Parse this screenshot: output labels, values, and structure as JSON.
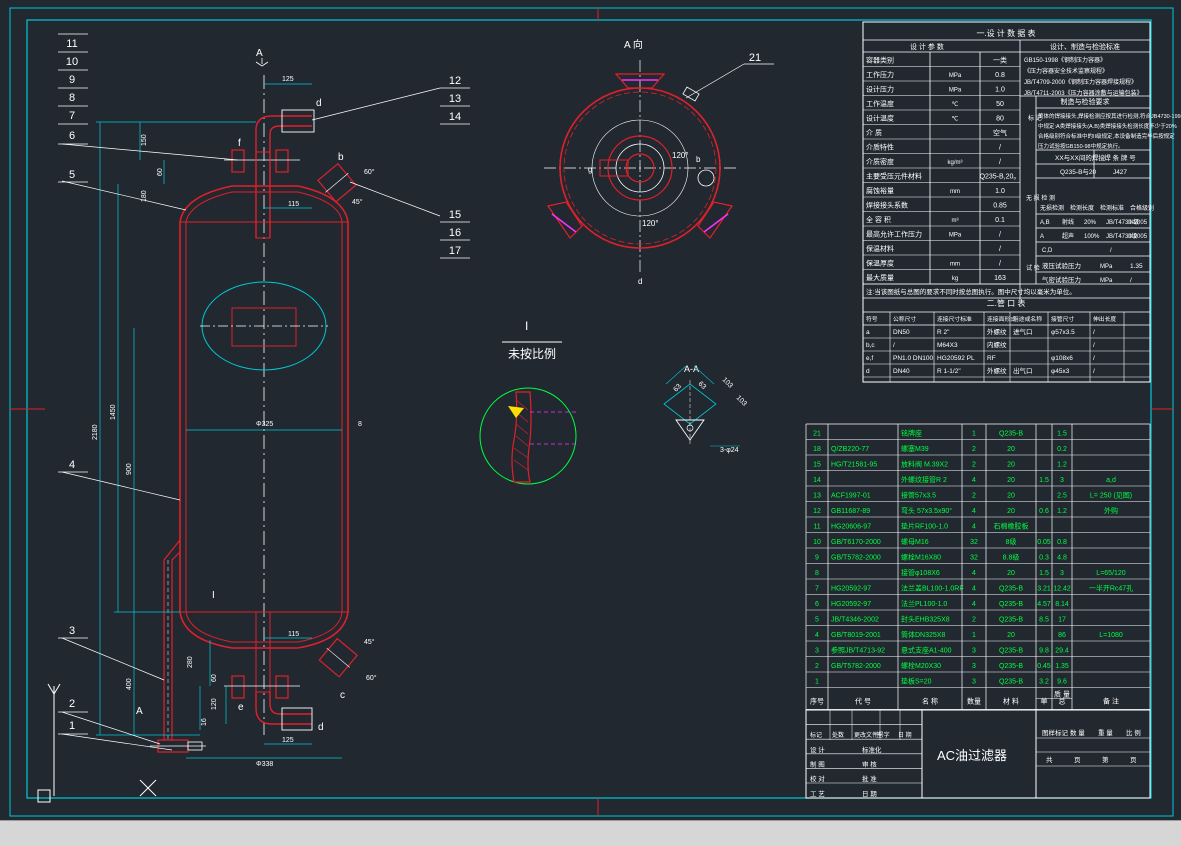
{
  "colors": {
    "background": "#212830",
    "frame": "#00c8d6",
    "vessel": "#e0202a",
    "centerline": "#ffffff",
    "table_line": "#ffffff",
    "table_text": "#ffffff",
    "parts_text": "#00ff40",
    "dims": "#00c8d6",
    "nozzle": "#ffffff",
    "accent_yellow": "#ffe000",
    "accent_magenta": "#ff30ff"
  },
  "balloons_left": [
    "11",
    "10",
    "9",
    "8",
    "7",
    "6",
    "5",
    "4",
    "3",
    "2",
    "1"
  ],
  "balloons_right": [
    "12",
    "13",
    "14",
    "15",
    "16",
    "17"
  ],
  "balloon_21": "21",
  "views": {
    "a_view": "A 向",
    "section_aa": "A-A",
    "section_a": "A",
    "detail_i": "I",
    "detail_scale": "未按比例"
  },
  "dims_main": {
    "d125_top": "125",
    "d150": "150",
    "d60": "60",
    "d180": "180",
    "d115_top": "115",
    "d2180": "2180",
    "d1450": "1450",
    "d900": "900",
    "d400": "400",
    "d280": "280",
    "d60_b": "60",
    "d120": "120",
    "d16": "16",
    "d115_bot": "115",
    "d125_bot": "125",
    "d325": "Φ325",
    "d8": "8",
    "d338": "Φ338",
    "a60": "60°",
    "a45": "45°",
    "lbl_a": "A",
    "lbl_d": "d",
    "lbl_f": "f",
    "lbl_b": "b",
    "lbl_c": "c",
    "lbl_e": "e",
    "lbl_i": "I"
  },
  "aview_labels": {
    "a120a": "120°",
    "a120b": "120°",
    "g": "g",
    "b": "b",
    "d": "d"
  },
  "aa_labels": {
    "d103a": "103",
    "d103b": "103",
    "d63a": "63",
    "d63b": "63",
    "holes": "3-φ24"
  },
  "design_data": {
    "title": "一.设 计 数 据 表",
    "col_h1": "设 计 参 数",
    "col_h2": "设计、制造与检验标准",
    "rows": [
      {
        "name": "容器类别",
        "unit": "",
        "value": "一类"
      },
      {
        "name": "工作压力",
        "unit": "MPa",
        "value": "0.8"
      },
      {
        "name": "设计压力",
        "unit": "MPa",
        "value": "1.0"
      },
      {
        "name": "工作温度",
        "unit": "℃",
        "value": "50"
      },
      {
        "name": "设计温度",
        "unit": "℃",
        "value": "80"
      },
      {
        "name": "介    质",
        "unit": "",
        "value": "空气"
      },
      {
        "name": "介质特性",
        "unit": "",
        "value": "/"
      },
      {
        "name": "介质密度",
        "unit": "kg/m³",
        "value": "/"
      },
      {
        "name": "主要受压元件材料",
        "unit": "",
        "value": "Q235-B,20。"
      },
      {
        "name": "腐蚀裕量",
        "unit": "mm",
        "value": "1.0"
      },
      {
        "name": "焊接接头系数",
        "unit": "",
        "value": "0.85"
      },
      {
        "name": "全 容 积",
        "unit": "m³",
        "value": "0.1"
      },
      {
        "name": "最高允许工作压力",
        "unit": "MPa",
        "value": "/"
      },
      {
        "name": "保温材料",
        "unit": "",
        "value": "/"
      },
      {
        "name": "保温厚度",
        "unit": "mm",
        "value": "/"
      },
      {
        "name": "最大质量",
        "unit": "kg",
        "value": "163"
      }
    ],
    "standards": [
      "GB150-1998《钢制压力容器》",
      "《压力容器安全技术监察规程》",
      "JB/T4709-2000《钢制压力容器焊接规程》",
      "JB/T4711-2003《压力容器涂敷与运输包装》"
    ],
    "inspect_title": "制造与检验要求",
    "inspect_lines": [
      "筒体的焊接接头,焊接检测应按其进行检测,符合JB4730-1994",
      "中规定:A类焊接接头(A.B)类焊接接头检测长度不少于20%",
      "合格级别符合标准中的II级规定,本设备制造完毕后按规定",
      "压力试验按GB150-98中规定执行。"
    ],
    "weld_h1": "XX与XX间的焊接",
    "weld_h2": "焊 条 牌 号",
    "weld_v1": "Q235-B与20",
    "weld_v2": "J427",
    "ndt_head": [
      "无损检测",
      "检测长度",
      "检测标准",
      "合格级别"
    ],
    "ndt_r1": [
      "A,B",
      "射线",
      "20%",
      "JB/T4730-2005",
      "III级"
    ],
    "ndt_r2": [
      "A",
      "超声",
      "100%",
      "JB/T4730-2005",
      "II级"
    ],
    "cd": "C,D",
    "cd_v": "/",
    "test1": "液压试验压力",
    "test1_u": "MPa",
    "test1_v": "1.35",
    "test2": "气密试验压力",
    "test2_u": "MPa",
    "test2_v": "/",
    "note": "注:当该图纸与总图的要求不同时按总图执行。图中尺寸均以毫米为单位。",
    "side_a": "标 记",
    "side_b": "无 损 检 测",
    "side_c": "试 验"
  },
  "nozzles": {
    "title": "二.管 口 表",
    "head": [
      "符号",
      "公称尺寸",
      "连接尺寸标准",
      "连接面形式",
      "用途或名称",
      "接管尺寸",
      "伸出长度"
    ],
    "rows": [
      [
        "a",
        "DN50",
        "R 2\"",
        "外螺纹",
        "进气口",
        "φ57x3.5",
        "/"
      ],
      [
        "b,c",
        "/",
        "M64X3",
        "内螺纹",
        "",
        "",
        "/"
      ],
      [
        "e,f",
        "PN1.0 DN100",
        "HG20592 PL",
        "RF",
        "",
        "φ108x6",
        "/"
      ],
      [
        "d",
        "DN40",
        "R 1-1/2\"",
        "外螺纹",
        "出气口",
        "φ45x3",
        "/"
      ]
    ]
  },
  "parts": {
    "rows": [
      [
        "21",
        "",
        "铭牌座",
        "1",
        "Q235-B",
        "",
        "1.5",
        ""
      ],
      [
        "18",
        "Q/ZB220-77",
        "螺塞M39",
        "2",
        "20",
        "",
        "0.2",
        ""
      ],
      [
        "15",
        "HG/T21581-95",
        "放料阀 M.39X2",
        "2",
        "20",
        "",
        "1.2",
        ""
      ],
      [
        "14",
        "",
        "外螺纹接管R 2",
        "4",
        "20",
        "1.5",
        "3",
        "a,d"
      ],
      [
        "13",
        "ACF1997-01",
        "接管57x3.5",
        "2",
        "20",
        "",
        "2.5",
        "L= 250 (见图)"
      ],
      [
        "12",
        "GB11687-89",
        "弯头 57x3.5x90°",
        "4",
        "20",
        "0.6",
        "1.2",
        "外购"
      ],
      [
        "11",
        "HG20606-97",
        "垫片RF100-1.0",
        "4",
        "石棉橡胶板",
        "",
        "",
        ""
      ],
      [
        "10",
        "GB/T6170-2000",
        "螺母M16",
        "32",
        "8级",
        "0.05",
        "0.8",
        ""
      ],
      [
        "9",
        "GB/T5782-2000",
        "螺栓M16X80",
        "32",
        "8.8级",
        "0.3",
        "4.8",
        ""
      ],
      [
        "8",
        "",
        "接管φ108X6",
        "4",
        "20",
        "1.5",
        "3",
        "L=65/120"
      ],
      [
        "7",
        "HG20592-97",
        "法兰盖BL100-1.0RF",
        "4",
        "Q235-B",
        "3.21",
        "12.42",
        "一半开Rc47孔"
      ],
      [
        "6",
        "HG20592-97",
        "法兰PL100-1.0",
        "4",
        "Q235-B",
        "4.57",
        "8.14",
        ""
      ],
      [
        "5",
        "JB/T4346-2002",
        "封头EHB325X8",
        "2",
        "Q235-B",
        "8.5",
        "17",
        ""
      ],
      [
        "4",
        "GB/T8019-2001",
        "筒体DN325X8",
        "1",
        "20",
        "",
        "86",
        "L=1080"
      ],
      [
        "3",
        "参照JB/T4713-92",
        "悬式支座A1-400",
        "3",
        "Q235-B",
        "9.8",
        "29.4",
        ""
      ],
      [
        "2",
        "GB/T5782-2000",
        "螺栓M20X30",
        "3",
        "Q235-B",
        "0.45",
        "1.35",
        ""
      ],
      [
        "1",
        "",
        "垫板S=20",
        "3",
        "Q235-B",
        "3.2",
        "9.6",
        ""
      ]
    ],
    "head": [
      "序号",
      "代  号",
      "名   称",
      "数量",
      "材  料",
      "单",
      "总",
      "备    注"
    ],
    "head_mass": "质 量"
  },
  "title_block": {
    "drawing_name": "AC油过滤器",
    "rev_labels": [
      "标记",
      "处数",
      "更改文件号",
      "签 字",
      "日 期"
    ],
    "left_labels": [
      "设 计",
      "制 图",
      "校 对",
      "工 艺"
    ],
    "mid_labels": [
      "标准化",
      "审 核",
      "批 准",
      "日 期"
    ],
    "right_h": [
      "图样标记",
      "数 量",
      "重 量",
      "比 例"
    ],
    "right_f": [
      "共",
      "页",
      "第",
      "页"
    ]
  }
}
